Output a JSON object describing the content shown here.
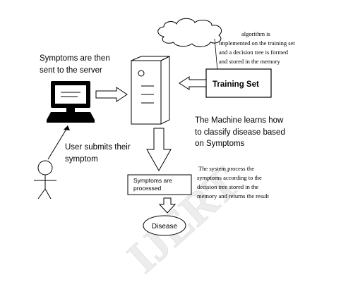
{
  "labels": {
    "symptoms_sent": [
      "Symptoms are then",
      "sent to the server"
    ],
    "user_submits": [
      "User submits their",
      "symptom"
    ],
    "algorithm_note": [
      "algorithm is",
      "implemented on the training set",
      "and a decision tree is formed",
      "and stored in the memory"
    ],
    "training_set": "Training Set",
    "machine_learns": [
      "The Machine learns how",
      "to classify disease based",
      "on Symptoms"
    ],
    "system_process": [
      "The system process the",
      "symptoms according to the",
      "decision tree stored in the",
      "memory and returns the result"
    ],
    "symptoms_processed": [
      "Symptoms are",
      "processed"
    ],
    "disease": "Disease",
    "watermark": "IJERT"
  }
}
